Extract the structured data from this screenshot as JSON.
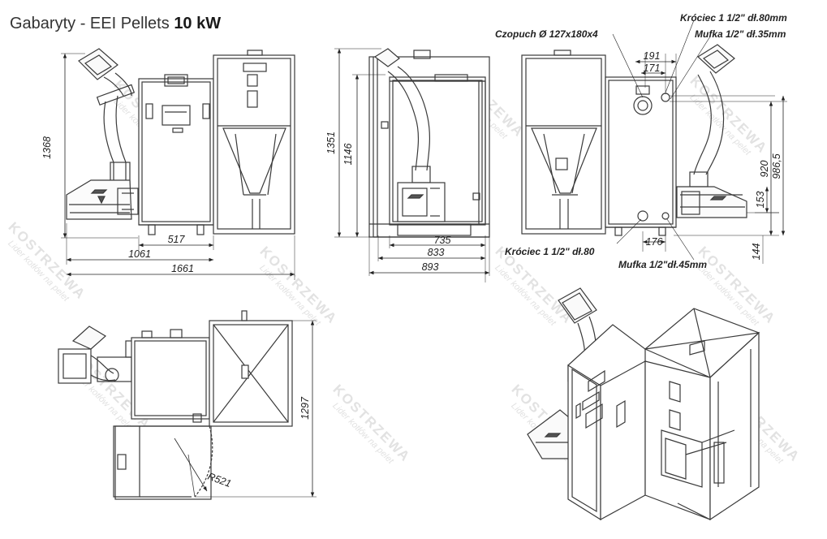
{
  "title": {
    "prefix": "Gabaryty - EEI Pellets",
    "power": "10 kW"
  },
  "watermark": {
    "brand": "KOSTRZEWA",
    "slogan": "Lider kotłów na pelet"
  },
  "front_view": {
    "height_total": "1368",
    "depth_boiler": "517",
    "width_boiler_feeder": "1061",
    "width_total": "1661"
  },
  "side_view": {
    "height_total": "1351",
    "height_flue": "1146",
    "depth_base": "735",
    "depth_body": "833",
    "depth_total": "893"
  },
  "rear_view": {
    "flue_label": "Czopuch Ø 127x180x4",
    "outlet_top_label": "Króciec 1 1/2\" dł.80mm",
    "sleeve_top_label": "Mufka 1/2\" dł.35mm",
    "dim_191": "191",
    "dim_171": "171",
    "height_920": "920",
    "height_986": "986,5",
    "height_153": "153",
    "height_144": "144",
    "return_label": "Króciec 1 1/2\" dł.80",
    "dim_176": "176",
    "sleeve_bottom_label": "Mufka 1/2\"dł.45mm"
  },
  "top_view": {
    "depth_total": "1297",
    "door_radius": "R521"
  },
  "colors": {
    "line": "#3a3a3a",
    "text": "#222222",
    "watermark": "#e2e2e2"
  }
}
